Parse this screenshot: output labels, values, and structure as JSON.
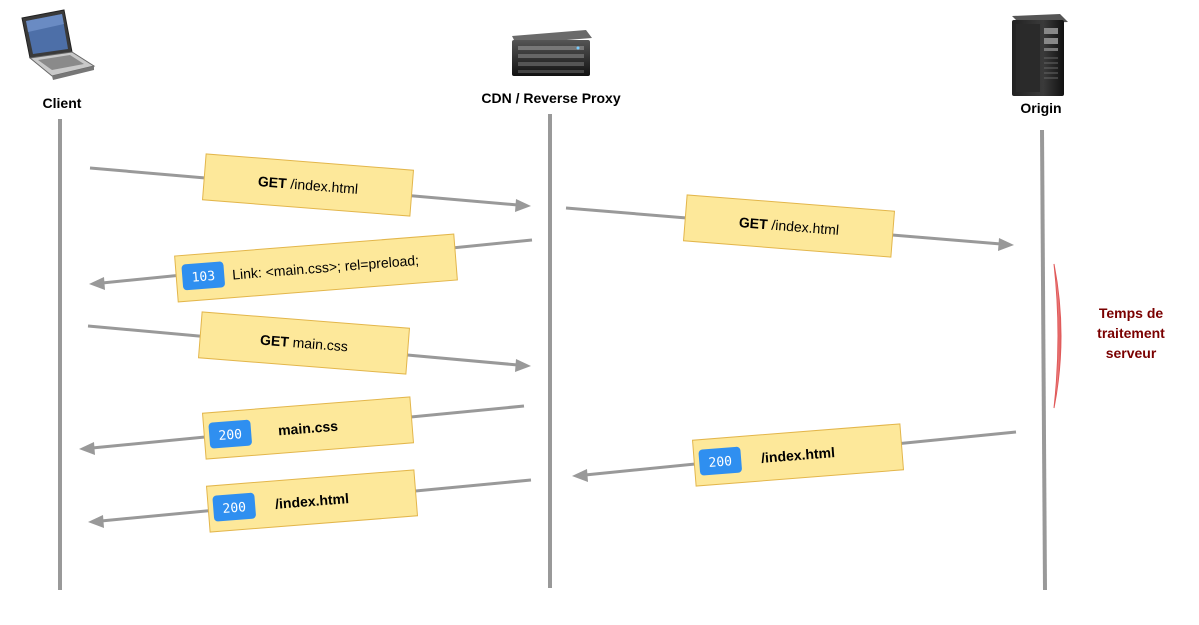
{
  "actors": {
    "client": {
      "label": "Client",
      "icon": "laptop-icon"
    },
    "cdn": {
      "label": "CDN / Reverse Proxy",
      "icon": "server-rack-icon"
    },
    "origin": {
      "label": "Origin",
      "icon": "tower-server-icon"
    }
  },
  "messages": [
    {
      "id": "get-index-client",
      "method": "GET",
      "path": " /index.html"
    },
    {
      "id": "get-index-cdn",
      "method": "GET",
      "path": " /index.html"
    },
    {
      "id": "early-hints",
      "status": "103",
      "text": "Link: <main.css>; rel=preload;"
    },
    {
      "id": "get-maincss",
      "method": "GET",
      "path": " main.css"
    },
    {
      "id": "resp-maincss",
      "status": "200",
      "text": "main.css"
    },
    {
      "id": "resp-index-origin",
      "status": "200",
      "text": "/index.html"
    },
    {
      "id": "resp-index-client",
      "status": "200",
      "text": "/index.html"
    }
  ],
  "note": {
    "lines": [
      "Temps de",
      "traitement",
      "serveur"
    ],
    "color": "#7a0000"
  },
  "colors": {
    "box_fill": "#fde89a",
    "badge": "#2f8ff0",
    "lines": "#999999",
    "bracket": "#f08080"
  }
}
